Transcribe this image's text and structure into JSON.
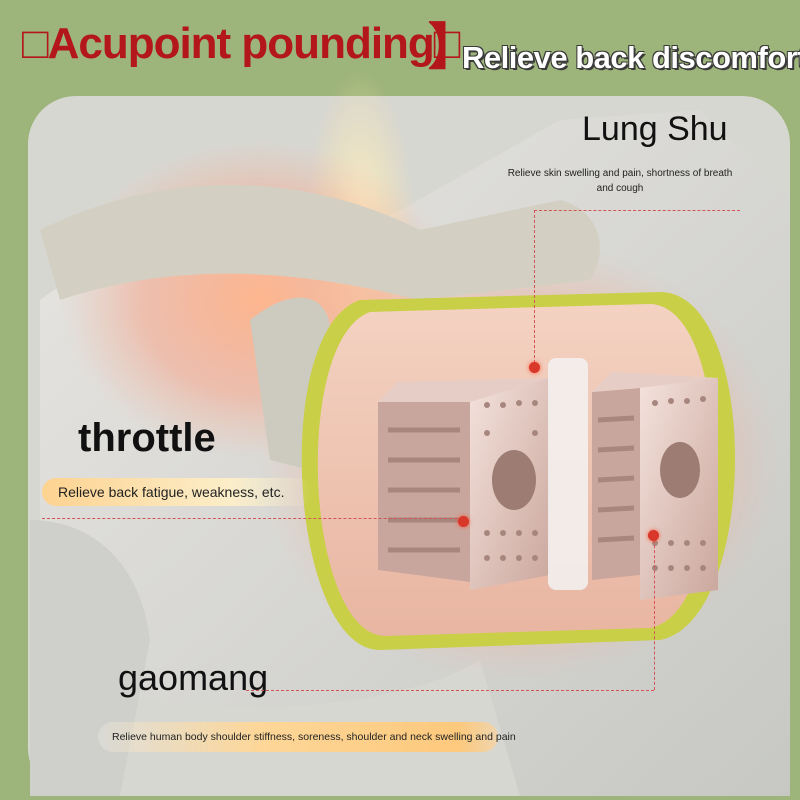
{
  "header": {
    "title_left": "□Acupoint pounding□",
    "title_bracket": "】",
    "title_right": "Relieve back discomfort"
  },
  "points": {
    "lung_shu": {
      "name": "Lung Shu",
      "description": "Relieve skin swelling and pain, shortness of breath and cough"
    },
    "throttle": {
      "name": "throttle",
      "description": "Relieve back fatigue, weakness, etc."
    },
    "gaomang": {
      "name": "gaomang",
      "description": "Relieve human body shoulder stiffness, soreness, shoulder and neck swelling and pain"
    }
  },
  "colors": {
    "background_green": "#9db47a",
    "title_red": "#b3161b",
    "marker_red": "#d8372a",
    "device_lime": "#c9cf47"
  }
}
